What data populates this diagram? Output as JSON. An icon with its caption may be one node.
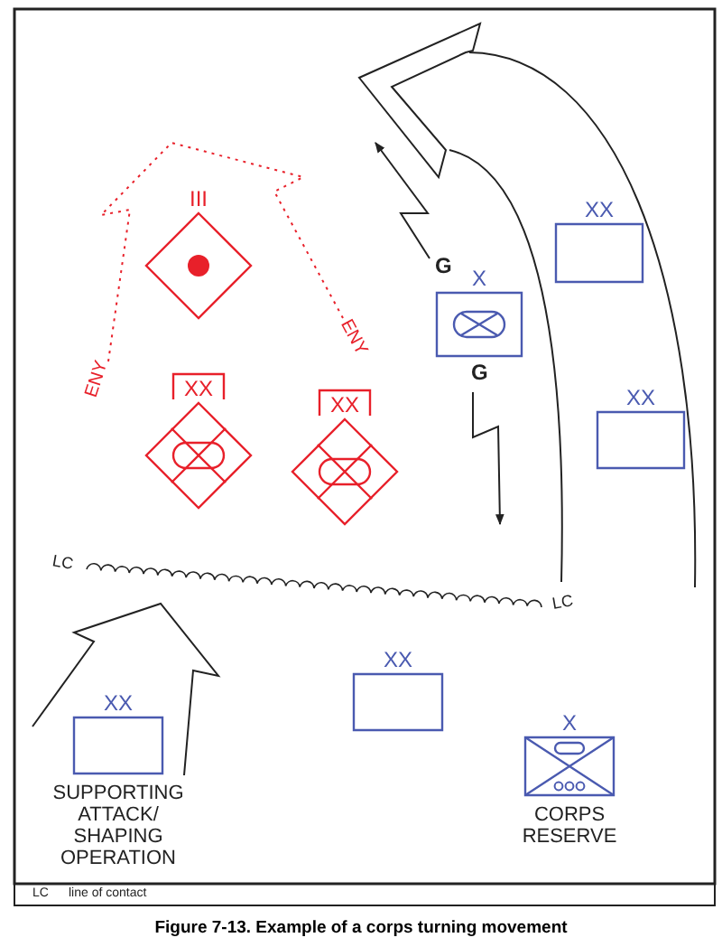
{
  "diagram": {
    "caption": "Figure 7-13. Example of a corps turning movement",
    "nodes": [
      {
        "text": [
          "III"
        ]
      },
      {
        "text": [
          "XX"
        ]
      },
      {
        "text": [
          "XX"
        ]
      },
      {
        "text": [
          "X"
        ]
      },
      {
        "text": [
          "XX"
        ]
      },
      {
        "text": [
          "XX"
        ]
      },
      {
        "text": [
          "XX"
        ],
        "beside": [
          "SUPPORTING ATTACK/ SHAPING OPERATION"
        ]
      },
      {
        "text": [
          "XX"
        ]
      },
      {
        "text": [
          "X"
        ],
        "beside": [
          "CORPS RESERVE"
        ]
      }
    ],
    "labels": [
      "G",
      "ENY",
      "G",
      "ENY",
      "LC",
      "LC",
      "LC",
      "line of contact"
    ]
  }
}
